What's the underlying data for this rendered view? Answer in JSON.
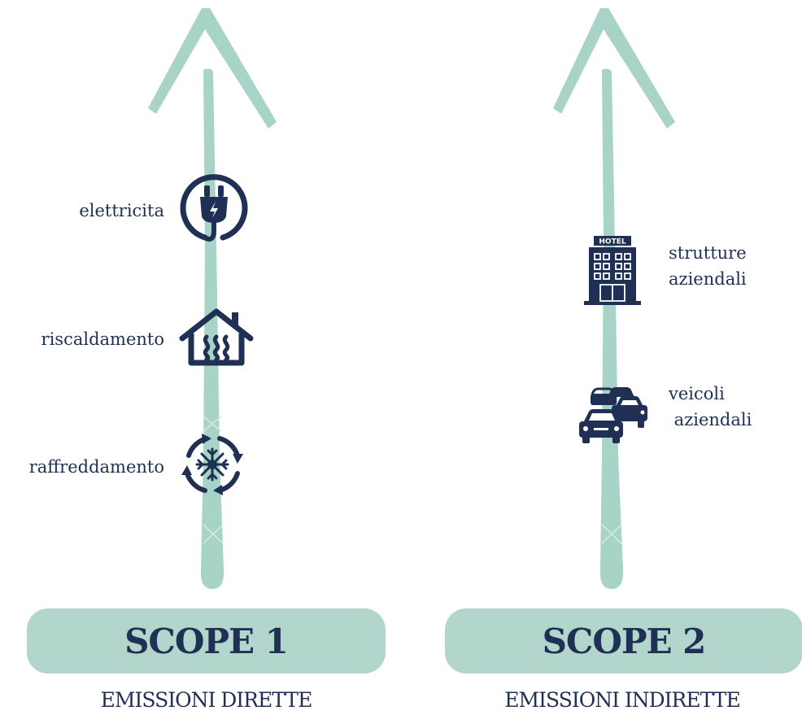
{
  "scope1": {
    "title": "SCOPE 1",
    "subtitle": "EMISSIONI DIRETTE",
    "items": [
      {
        "label": "elettricita",
        "icon": "plug-icon"
      },
      {
        "label": "riscaldamento",
        "icon": "heated-house-icon"
      },
      {
        "label": "raffreddamento",
        "icon": "snowflake-cycle-icon"
      }
    ]
  },
  "scope2": {
    "title": "SCOPE 2",
    "subtitle": "EMISSIONI INDIRETTE",
    "items": [
      {
        "label": "strutture\naziendali",
        "icon": "hotel-building-icon"
      },
      {
        "label": "veicoli\n aziendali",
        "icon": "cars-icon"
      }
    ]
  },
  "colors": {
    "arrow": "#a8d3c7",
    "pill": "#b3d6cc",
    "ink": "#1f3054"
  }
}
